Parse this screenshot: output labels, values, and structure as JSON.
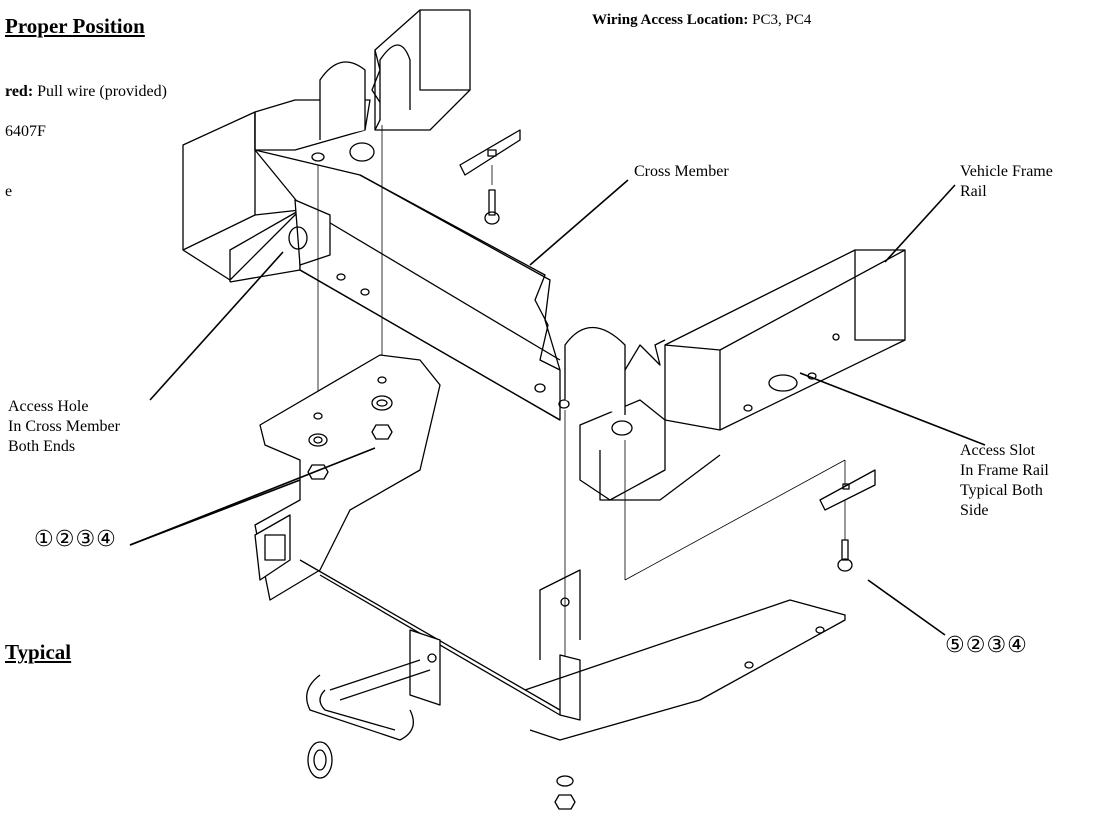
{
  "headings": {
    "top": "Proper Position",
    "bottom": "Typical"
  },
  "left_notes": {
    "tools_label": "red:",
    "tools_value": " Pull wire (provided)",
    "part_number": "6407F",
    "fragment": "e"
  },
  "wiring": {
    "label": "Wiring Access Location:",
    "value": " PC3, PC4"
  },
  "callouts": {
    "cross_member": "Cross Member",
    "frame_rail": [
      "Vehicle Frame",
      "Rail"
    ],
    "access_hole": [
      "Access Hole",
      "In Cross Member",
      "Both Ends"
    ],
    "access_slot": [
      "Access Slot",
      "In Frame Rail",
      "Typical Both",
      "Side"
    ],
    "hardware_left": "①②③④",
    "hardware_right": "⑤②③④"
  }
}
